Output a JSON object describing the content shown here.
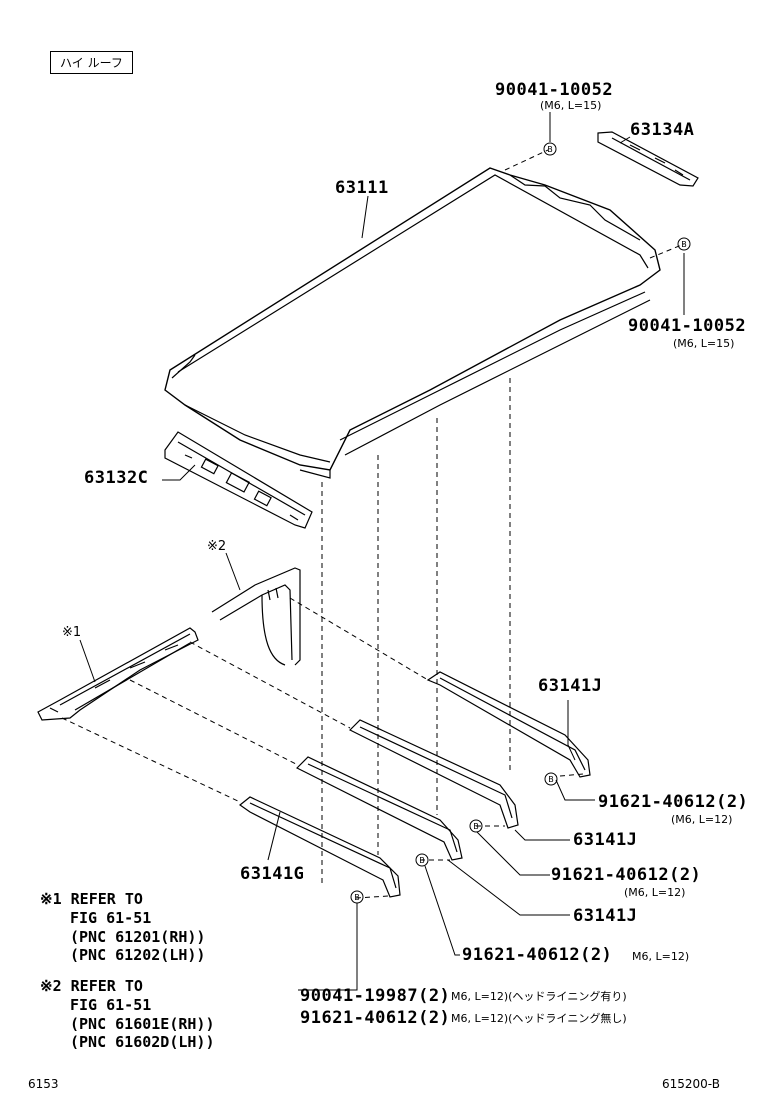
{
  "tag": "ハイ ルーフ",
  "parts": {
    "p90041_top": "90041-10052",
    "p90041_top_spec": "(M6, L=15)",
    "p63134a": "63134A",
    "p63111": "63111",
    "p90041_right": "90041-10052",
    "p90041_right_spec": "(M6, L=15)",
    "p63132c": "63132C",
    "ref2": "※2",
    "ref1": "※1",
    "p63141j_a": "63141J",
    "p91621_a": "91621-40612(2)",
    "p91621_a_spec": "(M6, L=12)",
    "p63141j_b": "63141J",
    "p91621_b": "91621-40612(2)",
    "p91621_b_spec": "(M6, L=12)",
    "p63141g": "63141G",
    "p63141j_c": "63141J",
    "p91621_c": "91621-40612(2)",
    "p91621_c_spec": "M6, L=12)",
    "p90041_bottom": "90041-19987(2)",
    "p90041_bottom_spec": "M6, L=12)(ヘッドライニング有り)",
    "p91621_bottom": "91621-40612(2)",
    "p91621_bottom_spec": "M6, L=12)(ヘッドライニング無し)"
  },
  "bolt_marker": "B",
  "notes": {
    "n1": [
      "※1 REFER TO",
      "FIG 61-51",
      "(PNC 61201(RH))",
      "(PNC 61202(LH))"
    ],
    "n2": [
      "※2 REFER TO",
      "FIG 61-51",
      "(PNC 61601E(RH))",
      "(PNC 61602D(LH))"
    ]
  },
  "footer": {
    "left": "6153",
    "right": "615200-B"
  }
}
